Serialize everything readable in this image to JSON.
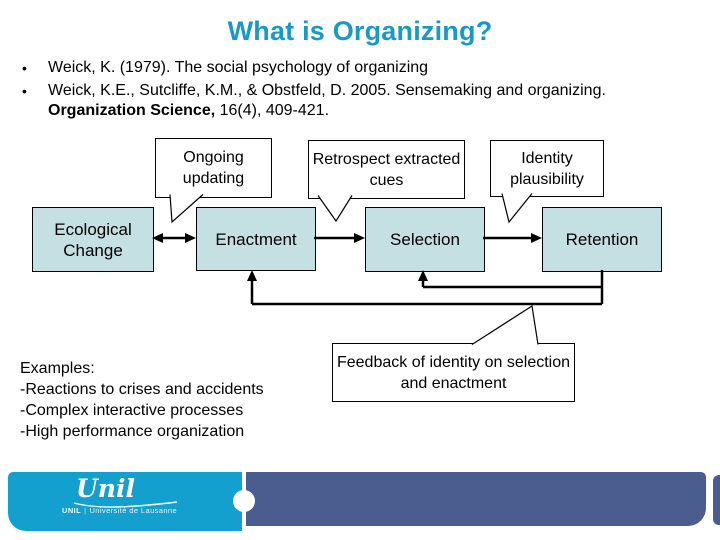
{
  "title": "What is Organizing?",
  "bullet_char": "•",
  "bullets": [
    {
      "text": "Weick, K. (1979). The social psychology of organizing"
    },
    {
      "pre": "Weick, K.E., Sutcliffe, K.M., & Obstfeld, D. 2005. Sensemaking and organizing. ",
      "bold": "Organization Science,",
      "post": " 16(4), 409-421."
    }
  ],
  "diagram": {
    "flow_boxes": [
      {
        "id": "ecological-change",
        "label": "Ecological Change"
      },
      {
        "id": "enactment",
        "label": "Enactment"
      },
      {
        "id": "selection",
        "label": "Selection"
      },
      {
        "id": "retention",
        "label": "Retention"
      }
    ],
    "callouts": [
      {
        "id": "ongoing-updating",
        "label": "Ongoing updating"
      },
      {
        "id": "retrospect-extracted-cues",
        "label": "Retrospect extracted cues"
      },
      {
        "id": "identity-plausibility",
        "label": "Identity plausibility"
      },
      {
        "id": "feedback",
        "label": "Feedback of identity on selection and enactment"
      }
    ],
    "connections": [
      "Ecological Change <-> Enactment",
      "Enactment -> Selection",
      "Selection -> Retention",
      "Retention -> Selection (feedback)",
      "Retention -> Enactment (feedback)"
    ]
  },
  "examples": {
    "heading": "Examples:",
    "items": [
      "-Reactions to crises and accidents",
      "-Complex interactive processes",
      "-High performance organization"
    ]
  },
  "footer": {
    "logo_script": "Unil",
    "logo_caption_bold": "UNIL",
    "logo_caption_sep": "|",
    "logo_caption_rest": "Université de Lausanne"
  },
  "colors": {
    "title_teal": "#1899c6",
    "flow_box_fill": "#c5e0e3",
    "footer_cyan": "#14a0ce",
    "footer_navy": "#4b5c8e"
  }
}
